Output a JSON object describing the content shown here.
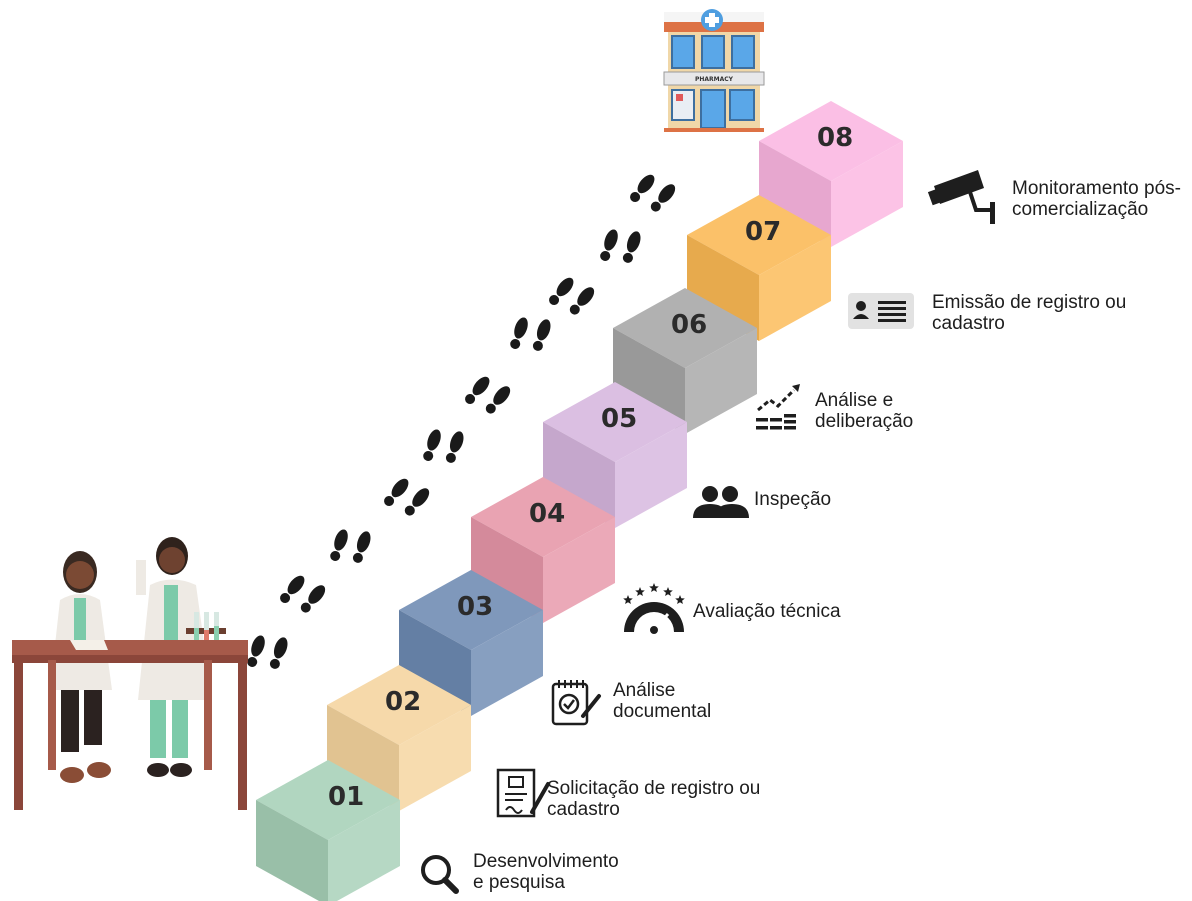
{
  "steps": [
    {
      "number": "01",
      "label": "Desenvolvimento\ne pesquisa",
      "icon": "magnifier-icon",
      "color": "#a6d0b7"
    },
    {
      "number": "02",
      "label": "Solicitação de registro ou\ncadastro",
      "icon": "document-signature-icon",
      "color": "#f5d49e"
    },
    {
      "number": "03",
      "label": "Análise\ndocumental",
      "icon": "document-check-icon",
      "color": "#6d8ab2"
    },
    {
      "number": "04",
      "label": "Avaliação técnica",
      "icon": "rating-gauge-icon",
      "color": "#e696a8"
    },
    {
      "number": "05",
      "label": "Inspeção",
      "icon": "people-icon",
      "color": "#d6b6de"
    },
    {
      "number": "06",
      "label": "Análise e\ndeliberação",
      "icon": "growth-chart-icon",
      "color": "#a6a6a6"
    },
    {
      "number": "07",
      "label": "Emissão de registro ou\ncadastro",
      "icon": "id-card-icon",
      "color": "#fbb954"
    },
    {
      "number": "08",
      "label": "Monitoramento pós-\ncomercialização",
      "icon": "security-camera-icon",
      "color": "#fbb6e1"
    }
  ],
  "building": {
    "sign": "PHARMACY",
    "icon": "pharmacy-building-icon"
  },
  "illustration": {
    "icon": "scientists-lab-icon"
  },
  "path": {
    "icon": "footprints-icon"
  }
}
